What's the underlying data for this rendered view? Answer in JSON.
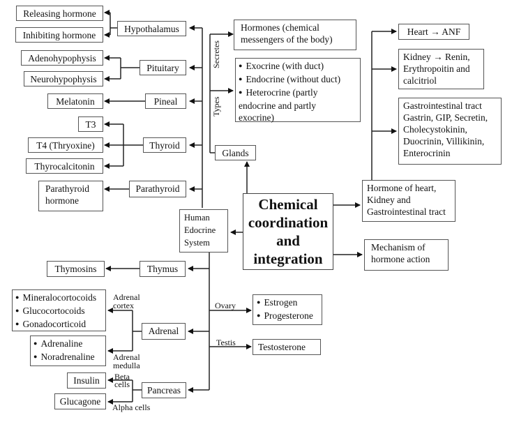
{
  "center": {
    "title": "Chemical coordination and integration"
  },
  "human_endocrine": {
    "label": "Human Edocrine System"
  },
  "glands": {
    "label": "Glands",
    "secretes_label": "Secretes",
    "types_label": "Types",
    "secretes_target": "Hormones (chemical messengers of the body)",
    "types": [
      "Exocrine (with duct)",
      "Endocrine (without duct)",
      "Heterocrine (partly endocrine and partly exocrine)"
    ]
  },
  "organs_upper": [
    {
      "name": "Hypothalamus",
      "products": [
        "Releasing hormone",
        "Inhibiting hormone"
      ]
    },
    {
      "name": "Pituitary",
      "products": [
        "Adenohypophysis",
        "Neurohypophysis"
      ]
    },
    {
      "name": "Pineal",
      "products": [
        "Melatonin"
      ]
    },
    {
      "name": "Thyroid",
      "products": [
        "T3",
        "T4 (Thryoxine)",
        "Thyrocalcitonin"
      ]
    },
    {
      "name": "Parathyroid",
      "products": [
        "Parathyroid hormone"
      ]
    }
  ],
  "organs_lower": {
    "thymus": {
      "name": "Thymus",
      "product": "Thymosins"
    },
    "adrenal": {
      "name": "Adrenal",
      "cortex_label": "Adrenal cortex",
      "cortex_products": [
        "Mineralocortocoids",
        "Glucocortocoids",
        "Gonadocorticoid"
      ],
      "medulla_label": "Adrenal medulla",
      "medulla_products": [
        "Adrenaline",
        "Noradrenaline"
      ]
    },
    "pancreas": {
      "name": "Pancreas",
      "beta_label": "Beta cells",
      "beta_product": "Insulin",
      "alpha_label": "Alpha cells",
      "alpha_product": "Glucagone"
    },
    "ovary": {
      "label": "Ovary",
      "products": [
        "Estrogen",
        "Progesterone"
      ]
    },
    "testis": {
      "label": "Testis",
      "product": "Testosterone"
    }
  },
  "heart_kidney_git": {
    "label": "Hormone of heart, Kidney and Gastrointestinal tract",
    "heart": "Heart → ANF",
    "kidney": "Kidney → Renin, Erythropoitin and calcitriol",
    "git": "Gastrointestinal tract Gastrin, GIP, Secretin, Cholecystokinin, Duocrinin, Villikinin, Enterocrinin"
  },
  "mechanism": {
    "label": "Mechanism of hormone action"
  }
}
